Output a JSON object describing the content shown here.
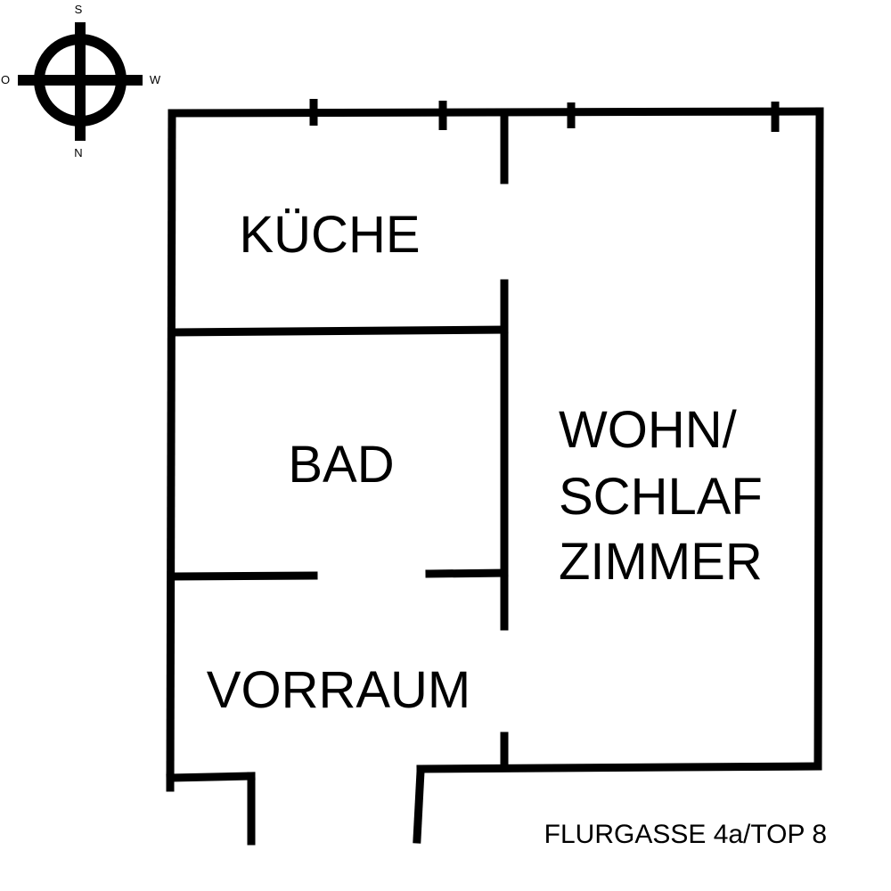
{
  "compass": {
    "top": "S",
    "bottom": "N",
    "left": "O",
    "right": "W",
    "icon": "compass-rose-icon"
  },
  "rooms": {
    "kitchen": "KÜCHE",
    "bath": "BAD",
    "living_line1": "WOHN/",
    "living_line2": "SCHLAF",
    "living_line3": "ZIMMER",
    "hall": "VORRAUM"
  },
  "address": "FLURGASSE 4a/TOP 8"
}
